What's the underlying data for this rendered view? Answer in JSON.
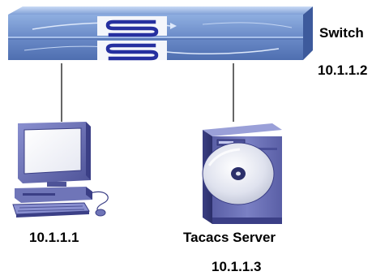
{
  "colors": {
    "switch_body": "#6b8bc8",
    "switch_logo": "#2630a0",
    "device_body": "#6f75b8",
    "device_dark": "#3b3f86",
    "screen": "#ffffff",
    "link_line": "#000000"
  },
  "icons": {
    "switch": "network-switch-icon",
    "pc": "desktop-computer-icon",
    "server": "server-icon"
  },
  "switch": {
    "name": "Switch",
    "ip": "10.1.1.2"
  },
  "pc": {
    "ip": "10.1.1.1"
  },
  "server": {
    "name": "Tacacs Server",
    "ip": "10.1.1.3"
  }
}
